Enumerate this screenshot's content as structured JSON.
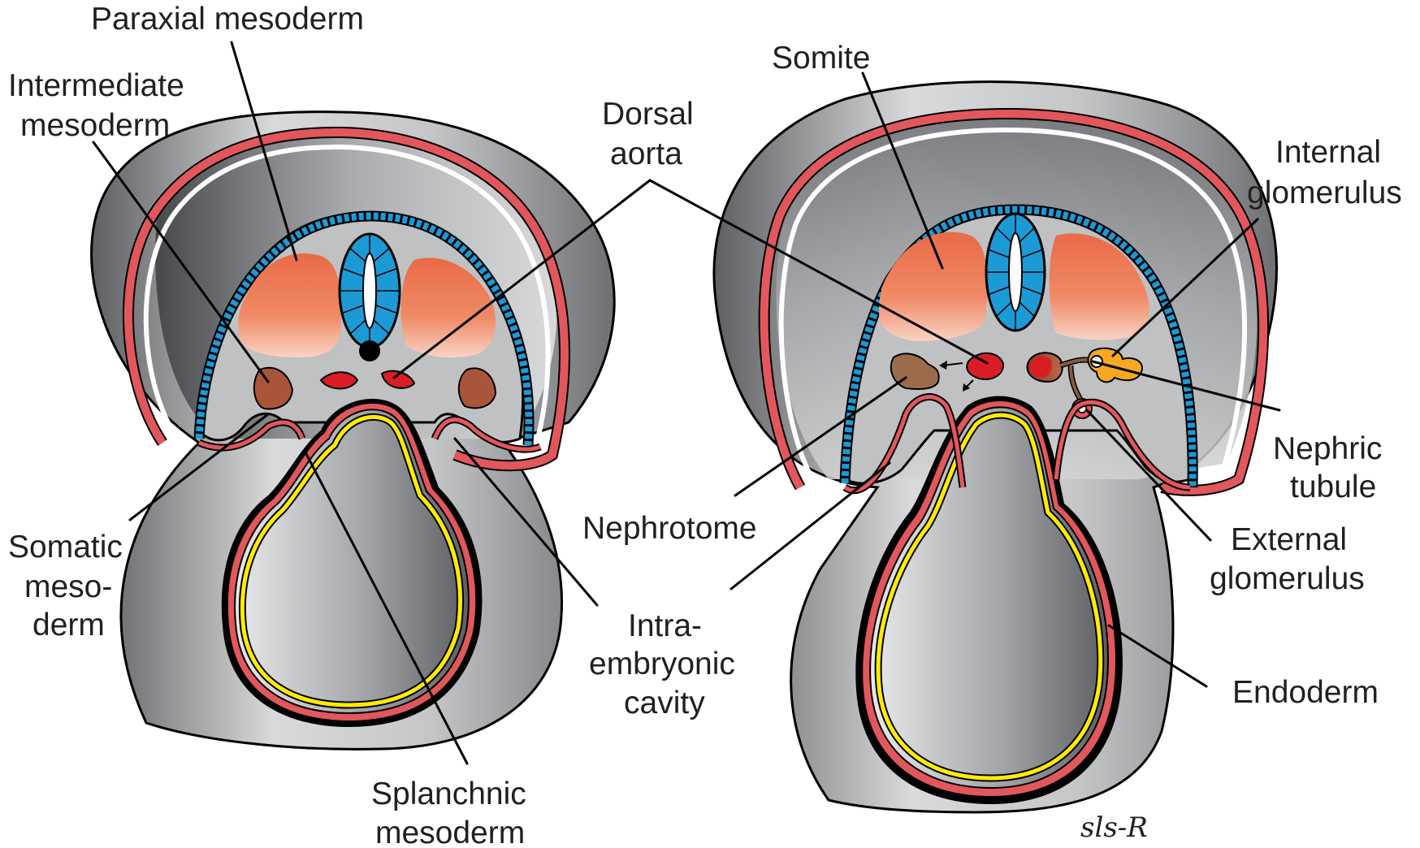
{
  "colors": {
    "ectoderm_red": "#e2575c",
    "neural_blue": "#1c9ad6",
    "endoderm_yellow": "#ffec00",
    "mesoderm_orange": "#ea6a47",
    "intermediate_brown": "#a9553a",
    "dorsal_aorta_red": "#d81e24",
    "nephrotome_brown": "#9c6b4a",
    "glomerulus_orange": "#f7a823",
    "tissue_grey": "#bfc1c3"
  },
  "left_panel": {
    "labels": {
      "paraxial": "Paraxial mesoderm",
      "intermediate_1": "Intermediate",
      "intermediate_2": "mesoderm",
      "dorsal_1": "Dorsal",
      "dorsal_2": "aorta",
      "somatic_1": "Somatic",
      "somatic_2": "meso-",
      "somatic_3": "derm",
      "splanchnic_1": "Splanchnic",
      "splanchnic_2": "mesoderm",
      "cavity_1": "Intra-",
      "cavity_2": "embryonic",
      "cavity_3": "cavity"
    }
  },
  "right_panel": {
    "labels": {
      "somite": "Somite",
      "internal_1": "Internal",
      "internal_2": "glomerulus",
      "nephric_1": "Nephric",
      "nephric_2": "tubule",
      "nephrotome": "Nephrotome",
      "external_1": "External",
      "external_2": "glomerulus",
      "endoderm": "Endoderm"
    }
  },
  "signature": "sls-R"
}
